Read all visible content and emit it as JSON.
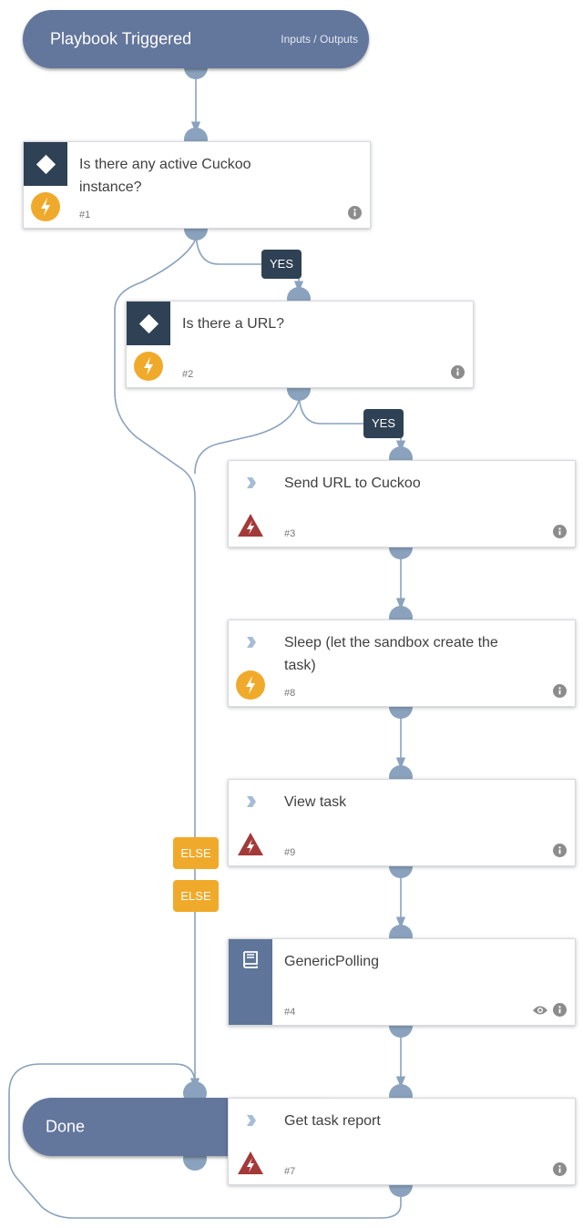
{
  "start": {
    "title": "Playbook Triggered",
    "io_link": "Inputs / Outputs"
  },
  "end": {
    "title": "Done"
  },
  "tasks": {
    "t1": {
      "text": "Is there any active Cuckoo instance?",
      "num": "#1"
    },
    "t2": {
      "text": "Is there a URL?",
      "num": "#2"
    },
    "t3": {
      "text": "Send URL to Cuckoo",
      "num": "#3"
    },
    "t8": {
      "text": "Sleep (let the sandbox create the task)",
      "num": "#8"
    },
    "t9": {
      "text": "View task",
      "num": "#9"
    },
    "t4": {
      "text": "GenericPolling",
      "num": "#4"
    },
    "t7": {
      "text": "Get task report",
      "num": "#7"
    }
  },
  "branches": {
    "yes": "YES",
    "else": "ELSE"
  },
  "icons": {
    "condition": "diamond-icon",
    "automation": "lightning-bolt-icon",
    "error": "warning-triangle-icon",
    "action": "chevron-right-icon",
    "subplaybook": "book-icon",
    "info": "info-icon",
    "view": "eye-icon"
  },
  "colors": {
    "pill": "#63769c",
    "dark": "#2f4154",
    "accent_orange": "#f0aa2b",
    "error_red": "#a33a3a",
    "edge": "#8aa2bd"
  }
}
